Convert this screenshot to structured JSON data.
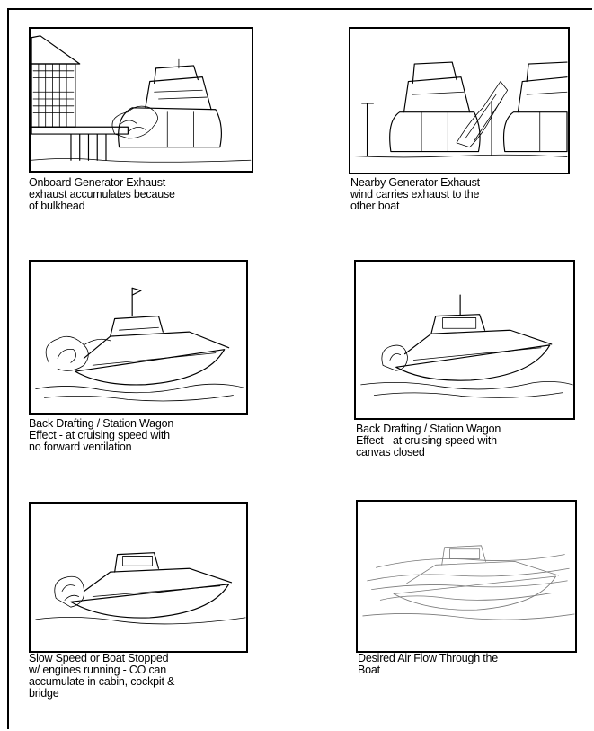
{
  "panels": [
    {
      "caption": [
        "Onboard Generator Exhaust -",
        "exhaust accumulates because",
        "of bulkhead"
      ]
    },
    {
      "caption": [
        "Nearby Generator Exhaust -",
        "wind carries exhaust to the",
        "other boat"
      ]
    },
    {
      "caption": [
        "Back Drafting / Station Wagon",
        "Effect - at cruising speed with",
        "no forward ventilation"
      ]
    },
    {
      "caption": [
        "Back Drafting / Station Wagon",
        "Effect - at cruising speed with",
        "canvas closed"
      ]
    },
    {
      "caption": [
        "Slow Speed or Boat Stopped",
        "w/ engines running - CO can",
        "accumulate in cabin, cockpit &",
        "bridge"
      ]
    },
    {
      "caption": [
        "Desired Air Flow Through the",
        "Boat"
      ]
    }
  ]
}
